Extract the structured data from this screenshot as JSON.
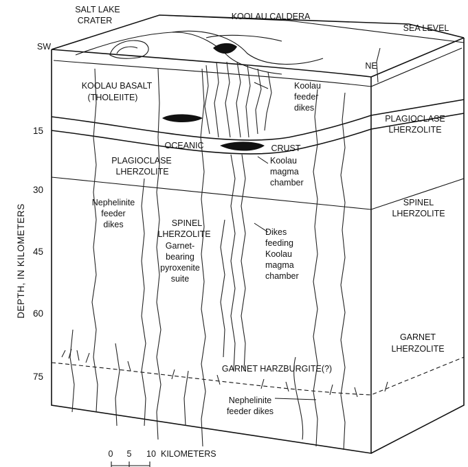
{
  "labels": {
    "salt_lake_crater": [
      "SALT LAKE",
      "CRATER"
    ],
    "koolau_caldera": "KOOLAU CALDERA",
    "sea_level": "SEA LEVEL",
    "sw": "SW",
    "ne": "NE",
    "koolau_basalt": [
      "KOOLAU BASALT",
      "(THOLEIITE)"
    ],
    "koolau_feeder_dikes": [
      "Koolau",
      "feeder",
      "dikes"
    ],
    "plagioclase_lherzolite_left": [
      "PLAGIOCLASE",
      "LHERZOLITE"
    ],
    "plagioclase_lherzolite_right": [
      "PLAGIOCLASE",
      "LHERZOLITE"
    ],
    "oceanic": "OCEANIC",
    "crust": "CRUST",
    "koolau_magma_chamber": [
      "Koolau",
      "magma",
      "chamber"
    ],
    "nephelinite_feeder_dikes_upper": [
      "Nephelinite",
      "feeder",
      "dikes"
    ],
    "spinel_lherzolite_center": [
      "SPINEL",
      "LHERZOLITE"
    ],
    "spinel_lherzolite_right": [
      "SPINEL",
      "LHERZOLITE"
    ],
    "dikes_feeding": [
      "Dikes",
      "feeding",
      "Koolau",
      "magma",
      "chamber"
    ],
    "garnet_pyroxenite": [
      "Garnet-",
      "bearing",
      "pyroxenite",
      "suite"
    ],
    "garnet_lherzolite": [
      "GARNET",
      "LHERZOLITE"
    ],
    "garnet_harzburgite": "GARNET HARZBURGITE(?)",
    "nephelinite_feeder_dikes_lower": [
      "Nephelinite",
      "feeder dikes"
    ]
  },
  "axis": {
    "title": "DEPTH, IN KILOMETERS",
    "ticks": [
      "15",
      "30",
      "45",
      "60",
      "75"
    ]
  },
  "scale_bar": {
    "ticks": [
      "0",
      "5",
      "10"
    ],
    "unit": "KILOMETERS"
  }
}
